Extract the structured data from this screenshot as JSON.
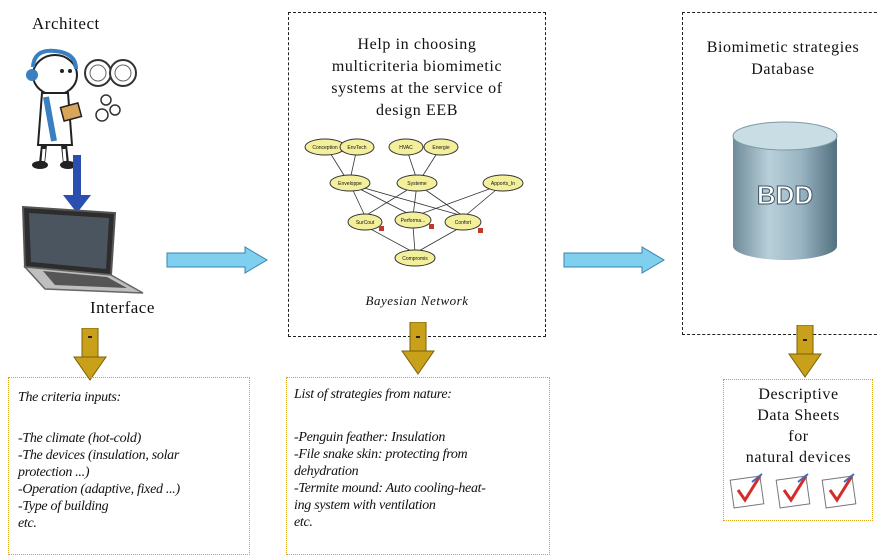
{
  "architect": {
    "label": "Architect"
  },
  "interface": {
    "label": "Interface"
  },
  "middle": {
    "title_lines": [
      "Help in choosing",
      "multicriteria biomimetic",
      "systems at the service of",
      "design EEB"
    ],
    "network_caption": "Bayesian Network",
    "nodes": [
      "Conception",
      "EnvTech",
      "HVAC",
      "Energie",
      "Enveloppe",
      "Systeme",
      "Apports_In",
      "SurCout",
      "Performa...",
      "Confort",
      "Compromis"
    ]
  },
  "right": {
    "title_lines": [
      "Biomimetic strategies",
      "Database"
    ],
    "db_label": "BDD"
  },
  "inputs_box": {
    "title": "The criteria inputs:",
    "lines": [
      "-The climate (hot-cold)",
      "-The devices (insulation, solar",
      "protection ...)",
      "-Operation (adaptive, fixed ...)",
      "-Type of building",
      "etc."
    ]
  },
  "strategies_box": {
    "title": "List of strategies from nature:",
    "lines": [
      "-Penguin feather: Insulation",
      "-File snake skin: protecting from",
      "dehydration",
      "-Termite mound: Auto cooling-heat-",
      "ing system with ventilation",
      "etc."
    ]
  },
  "datasheets_box": {
    "lines": [
      "Descriptive",
      "Data Sheets",
      "for",
      "natural devices"
    ]
  },
  "colors": {
    "gold_arrow": "#c9a01a",
    "blue_arrow": "#7fd0ef",
    "dark_blue_arrow": "#2a4fb0",
    "node_fill": "#f3ef9a"
  }
}
